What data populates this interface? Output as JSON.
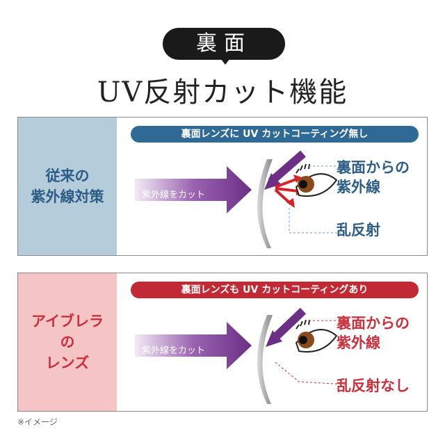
{
  "header": {
    "badge": "裏面",
    "title": "UV反射カット機能"
  },
  "panel1": {
    "side_lines": [
      "従来の",
      "紫外線対策"
    ],
    "pill": "裏面レンズに UV カットコーティング無し",
    "cut_label": "紫外線をカット",
    "uv_lines": [
      "裏面からの",
      "紫外線"
    ],
    "reflect_label": "乱反射"
  },
  "panel2": {
    "side_lines": [
      "アイブレラ",
      "の",
      "レンズ"
    ],
    "pill": "裏面レンズも UV カットコーティングあり",
    "cut_label": "紫外線をカット",
    "uv_lines": [
      "裏面からの",
      "紫外線"
    ],
    "reflect_label": "乱反射なし"
  },
  "footnote": "※イメージ",
  "colors": {
    "blue": "#2f6996",
    "red": "#c12a34",
    "purple": "#6b2f86",
    "side_blue": "#b5cddb",
    "side_pink": "#f5c4c4"
  }
}
